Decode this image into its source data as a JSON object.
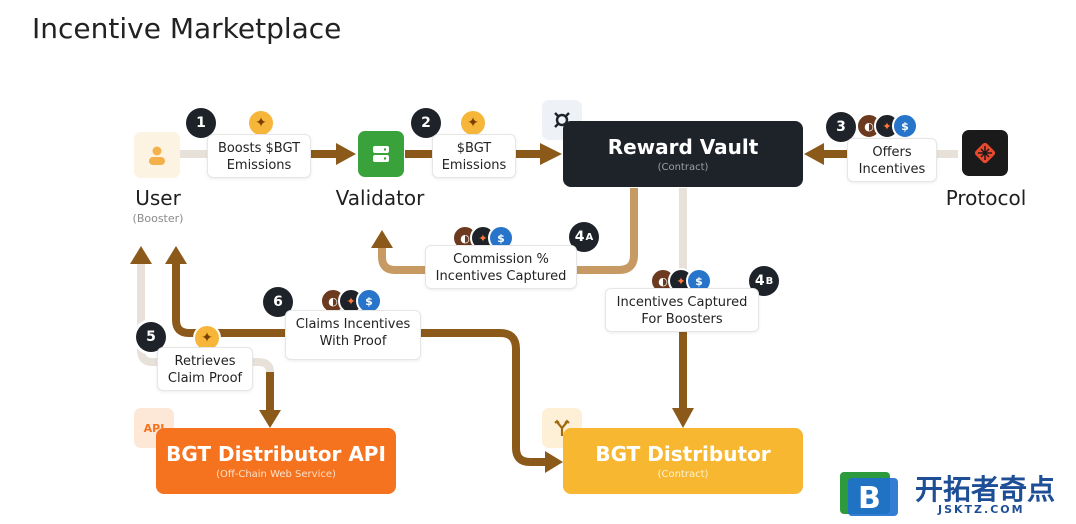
{
  "title": "Incentive Marketplace",
  "nodes": {
    "user": {
      "label": "User",
      "sub": "(Booster)"
    },
    "validator": {
      "label": "Validator"
    },
    "protocol": {
      "label": "Protocol"
    },
    "reward_vault": {
      "label": "Reward Vault",
      "sub": "(Contract)"
    },
    "bgt_distributor_api": {
      "label": "BGT Distributor API",
      "sub": "(Off-Chain Web Service)",
      "icon_text": "API"
    },
    "bgt_distributor": {
      "label": "BGT Distributor",
      "sub": "(Contract)"
    }
  },
  "steps": [
    {
      "badge": "1",
      "line1": "Boosts $BGT",
      "line2": "Emissions"
    },
    {
      "badge": "2",
      "line1": "$BGT",
      "line2": "Emissions"
    },
    {
      "badge": "3",
      "line1": "Offers",
      "line2": "Incentives"
    },
    {
      "badge": "4",
      "badge_sub": "A",
      "line1": "Commission %",
      "line2": "Incentives Captured"
    },
    {
      "badge": "4",
      "badge_sub": "B",
      "line1": "Incentives Captured",
      "line2": "For Boosters"
    },
    {
      "badge": "5",
      "line1": "Retrieves",
      "line2": "Claim Proof"
    },
    {
      "badge": "6",
      "line1": "Claims Incentives",
      "line2": "With Proof"
    }
  ],
  "watermark": {
    "cn": "开拓者奇点",
    "site": "JSKTZ.COM",
    "logo_letter": "B"
  },
  "colors": {
    "dark": "#1e2229",
    "orange": "#f5731f",
    "gold": "#f8b731",
    "arrow_dark": "#8b5a1b",
    "arrow_light": "#e0d6cc",
    "validator_green": "#3aa23a"
  },
  "icons": [
    "user-icon",
    "server-icon",
    "vault-icon",
    "protocol-logo-icon",
    "api-icon",
    "split-icon",
    "bear-token-icon",
    "usdc-token-icon"
  ]
}
